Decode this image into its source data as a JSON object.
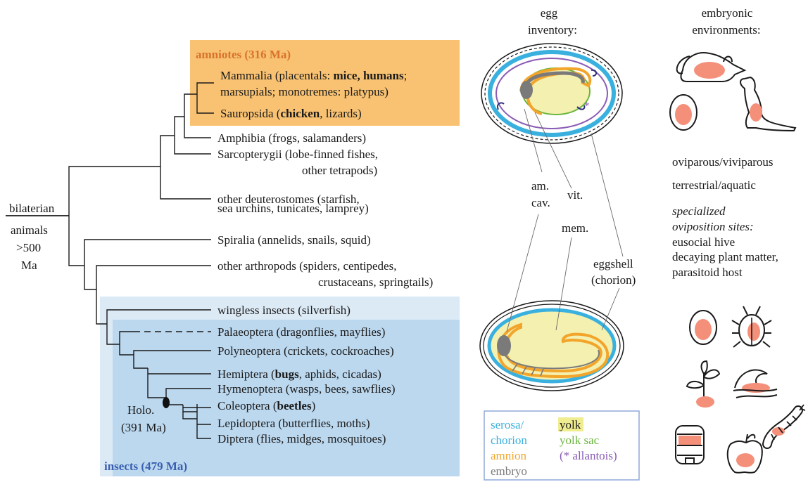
{
  "tree": {
    "amniotes_box": "amniotes (316 Ma)",
    "insects_box": "insects (479 Ma)",
    "root_label_1": "bilaterian",
    "root_label_2": "animals",
    "root_label_3": ">500",
    "root_label_4": "Ma",
    "holo_label_1": "Holo.",
    "holo_label_2": "(391 Ma)",
    "mammalia": {
      "pre": "Mammalia (placentals: ",
      "bold": "mice, humans",
      "post": ";",
      "line2": "marsupials; monotremes: platypus)"
    },
    "sauropsida": {
      "pre": "Sauropsida (",
      "bold": "chicken",
      "post": ", lizards)"
    },
    "amphibia": "Amphibia (frogs, salamanders)",
    "sarcopterygii_1": "Sarcopterygii (lobe-finned fishes,",
    "sarcopterygii_2": "other tetrapods)",
    "deuterostomes_1": "other deuterostomes (starfish,",
    "deuterostomes_2": "sea urchins, tunicates, lamprey)",
    "spiralia": "Spiralia (annelids, snails, squid)",
    "arthropods_1": "other arthropods (spiders, centipedes,",
    "arthropods_2": "crustaceans, springtails)",
    "wingless": "wingless insects (silverfish)",
    "palaeoptera": "Palaeoptera (dragonflies, mayflies)",
    "polyneoptera": "Polyneoptera (crickets, cockroaches)",
    "hemiptera": {
      "pre": "Hemiptera (",
      "bold": "bugs",
      "post": ", aphids, cicadas)"
    },
    "hymenoptera": "Hymenoptera (wasps, bees, sawflies)",
    "coleoptera": {
      "pre": "Coleoptera (",
      "bold": "beetles",
      "post": ")"
    },
    "lepidoptera": "Lepidoptera (butterflies, moths)",
    "diptera": "Diptera (flies, midges, mosquitoes)"
  },
  "egg": {
    "heading_1": "egg",
    "heading_2": "inventory:",
    "asterisk": "*",
    "am_cav_1": "am.",
    "am_cav_2": "cav.",
    "vit_mem_1": "vit.",
    "vit_mem_2": "mem.",
    "eggshell_1": "eggshell",
    "eggshell_2": "(chorion)"
  },
  "legend": {
    "serosa_1": "serosa/",
    "serosa_2": "chorion",
    "amnion": "amnion",
    "embryo": "embryo",
    "yolk": "yolk",
    "yolk_sac": "yolk sac",
    "allantois": "(* allantois)"
  },
  "env": {
    "heading_1": "embryonic",
    "heading_2": "environments:",
    "line_1": "oviparous/viviparous",
    "line_2": "terrestrial/aquatic",
    "spec_1": "specialized",
    "spec_2": "oviposition sites:",
    "site_1": "eusocial hive",
    "site_2": "decaying plant matter,",
    "site_3": "parasitoid host"
  },
  "colors": {
    "amniote_box": "#f8c272",
    "amniote_title": "#d9722b",
    "insect_outer": "#dceaf6",
    "insect_inner": "#bcd8ef",
    "insect_title": "#3a5fb0",
    "serosa": "#3ab0de",
    "amnion": "#f2a52a",
    "embryo": "#7a7a7a",
    "yolk": "#f4f0b0",
    "yolk_sac": "#6ab53c",
    "allantois": "#8a5cb5",
    "salmon": "#f4907a"
  }
}
